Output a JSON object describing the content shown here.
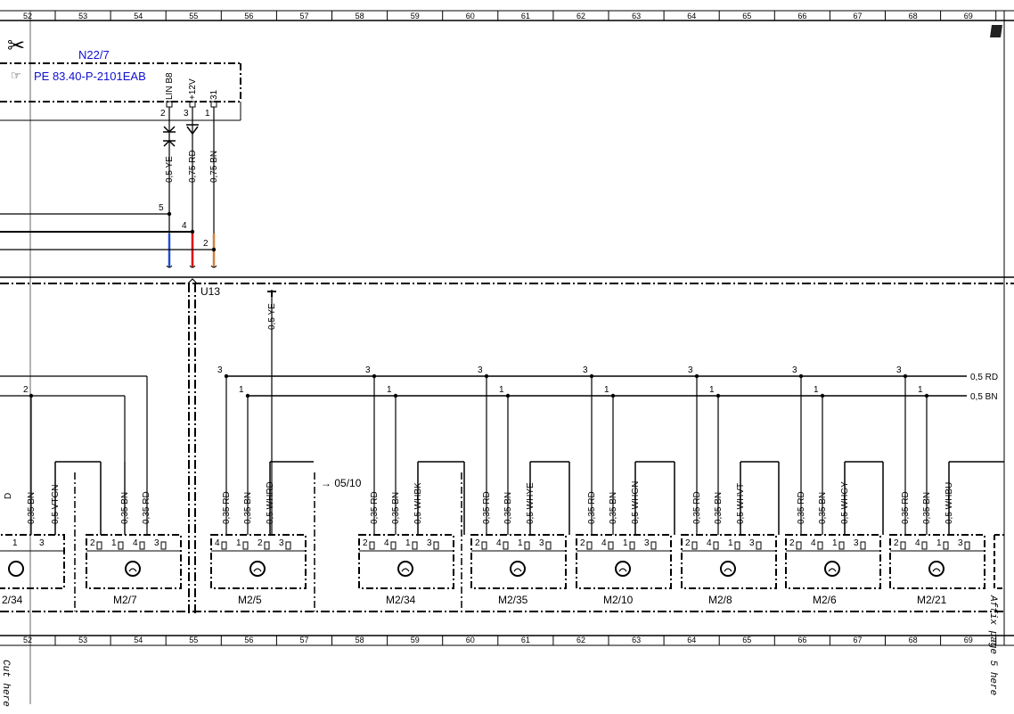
{
  "ruler": {
    "numbers": [
      "52",
      "53",
      "54",
      "55",
      "56",
      "57",
      "58",
      "59",
      "60",
      "61",
      "62",
      "63",
      "64",
      "65",
      "66",
      "67",
      "68",
      "69"
    ]
  },
  "header": {
    "module": "N22/7",
    "reference": "PE 83.40-P-2101EAB"
  },
  "top_pins": [
    {
      "num": "2",
      "label": "LIN B8"
    },
    {
      "num": "3",
      "label": "+12V"
    },
    {
      "num": "1",
      "label": "31"
    }
  ],
  "top_wires": [
    {
      "label": "0,5 YE",
      "color": "#2050d0"
    },
    {
      "label": "0,75 RD",
      "color": "#e00000"
    },
    {
      "label": "0,75 BN",
      "color": "#d08040"
    }
  ],
  "junctions": {
    "ye": "5",
    "rd": "4",
    "bn": "2"
  },
  "u13": "U13",
  "u13_wire": "0,5 YE",
  "bus": {
    "rd_label": "0,5 RD",
    "bn_label": "0,5 BN",
    "rd_pin": "3",
    "bn_pin": "1",
    "left_pin": "2"
  },
  "ref_arrow": "05/10",
  "side_text": {
    "left": "Cut here",
    "right": "Affix page 5 here"
  },
  "left_partial": {
    "name": "2/34",
    "wires": [
      "0,35 BN",
      "0,5 VTGN"
    ],
    "pins": [
      "1",
      "3"
    ],
    "edge_label": "D"
  },
  "components": [
    {
      "name": "M2/7",
      "pins": [
        "2",
        "1",
        "4",
        "3"
      ],
      "wires": [
        "0,35 BN",
        "0,35 RD"
      ]
    },
    {
      "name": "M2/5",
      "pins": [
        "4",
        "1",
        "2",
        "3"
      ],
      "wires": [
        "0,35 RD",
        "0,35 BN",
        "0,5 WHRD"
      ]
    },
    {
      "name": "M2/34",
      "pins": [
        "2",
        "4",
        "1",
        "3"
      ],
      "wires": [
        "0,35 RD",
        "0,35 BN",
        "0,5 WHBK"
      ]
    },
    {
      "name": "M2/35",
      "pins": [
        "2",
        "4",
        "1",
        "3"
      ],
      "wires": [
        "0,35 RD",
        "0,35 BN",
        "0,5 WHYE"
      ]
    },
    {
      "name": "M2/10",
      "pins": [
        "2",
        "4",
        "1",
        "3"
      ],
      "wires": [
        "0,35 RD",
        "0,35 BN",
        "0,5 WHGN"
      ]
    },
    {
      "name": "M2/8",
      "pins": [
        "2",
        "4",
        "1",
        "3"
      ],
      "wires": [
        "0,35 RD",
        "0,35 BN",
        "0,5 WHVT"
      ]
    },
    {
      "name": "M2/6",
      "pins": [
        "2",
        "4",
        "1",
        "3"
      ],
      "wires": [
        "0,35 RD",
        "0,35 BN",
        "0,5 WHGY"
      ]
    },
    {
      "name": "M2/21",
      "pins": [
        "2",
        "4",
        "1",
        "3"
      ],
      "wires": [
        "0,35 RD",
        "0,35 BN",
        "0,5 WHBU"
      ]
    }
  ],
  "icons": {
    "scissors": "scissors-icon",
    "pointing_hand": "pointing-hand-icon",
    "motor": "motor-icon",
    "page_corner": "page-corner-icon",
    "arrow": "arrow-right-icon"
  }
}
